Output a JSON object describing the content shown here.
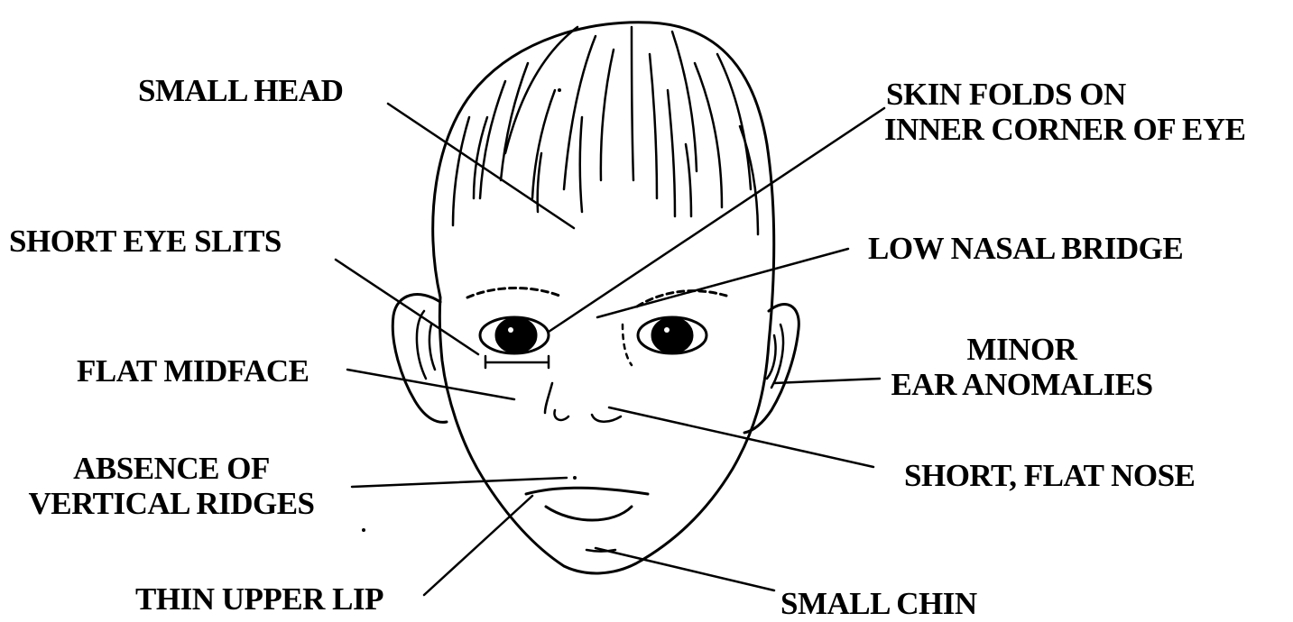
{
  "colors": {
    "ink": "#000000",
    "paper": "#ffffff"
  },
  "labels": {
    "small_head": "SMALL HEAD",
    "skin_folds": [
      "SKIN FOLDS ON",
      "INNER CORNER OF EYE"
    ],
    "short_eye_slits": "SHORT EYE SLITS",
    "low_nasal_bridge": "LOW NASAL BRIDGE",
    "minor_ear_anomalies": [
      "MINOR",
      "EAR ANOMALIES"
    ],
    "flat_midface": "FLAT MIDFACE",
    "short_flat_nose": "SHORT, FLAT NOSE",
    "absence_vertical_ridges": [
      "ABSENCE OF",
      "VERTICAL RIDGES"
    ],
    "thin_upper_lip": "THIN UPPER LIP",
    "small_chin": "SMALL CHIN"
  }
}
